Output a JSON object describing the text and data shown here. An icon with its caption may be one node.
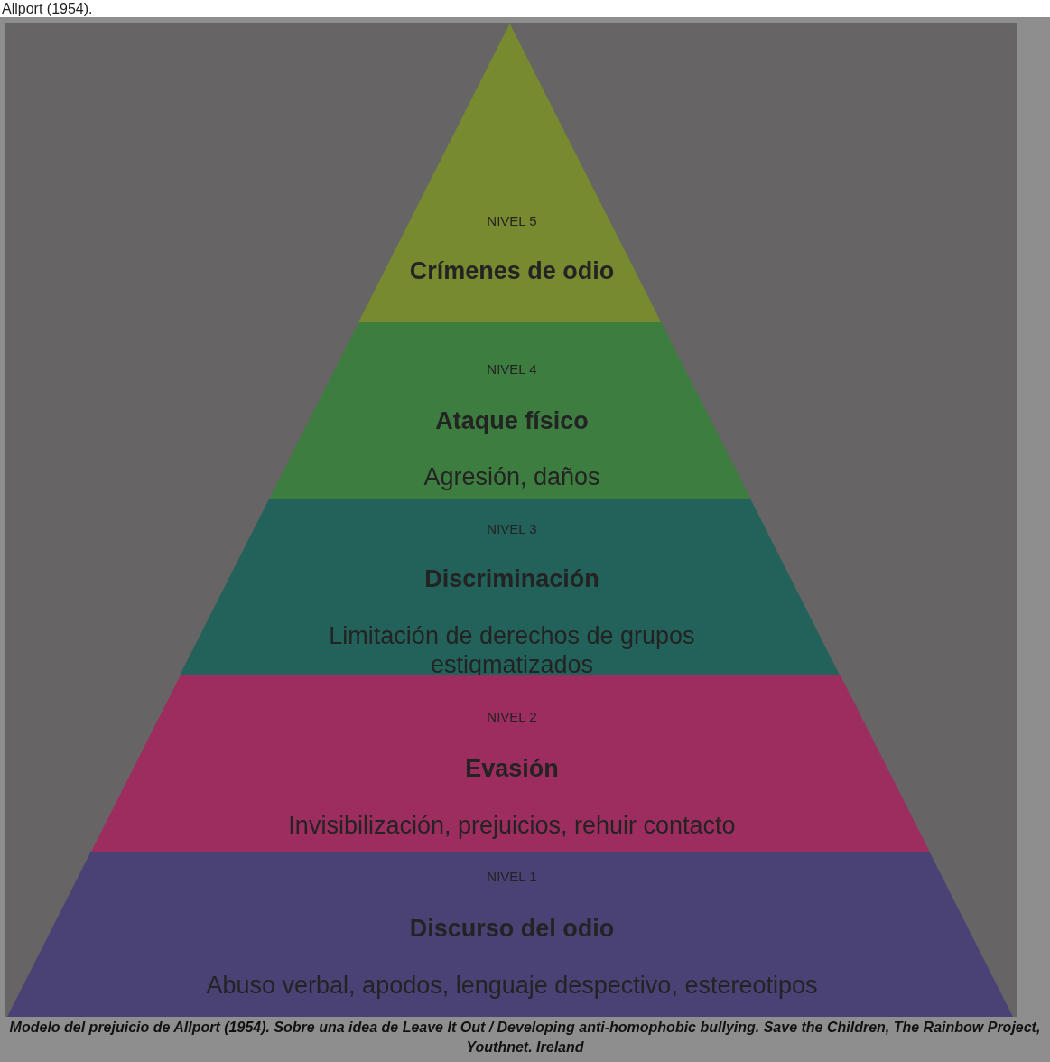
{
  "diagram": {
    "caption": "Modelo del prejuicio de Allport (1954). Sobre una idea de Leave It Out / Developing anti-homophobic bullying. Save the Children, The Rainbow Project, Youthnet. Ireland",
    "nodes": [
      {
        "text": [
          "NIVEL 5",
          "Crímenes de odio"
        ]
      },
      {
        "text": [
          "NIVEL 4",
          "Ataque físico",
          "Agresión, daños"
        ]
      },
      {
        "text": [
          "NIVEL 3",
          "Discriminación",
          "Limitación de derechos de grupos estigmatizados"
        ]
      },
      {
        "text": [
          "NIVEL 2",
          "Evasión",
          "Invisibilización,  prejuicios,  rehuir contacto"
        ]
      },
      {
        "text": [
          "NIVEL 1",
          "Discurso del odio",
          "Abuso verbal, apodos, lenguaje despectivo,  estereotipos"
        ]
      }
    ],
    "edges": [],
    "labels": [
      "Allport (1954)."
    ]
  }
}
